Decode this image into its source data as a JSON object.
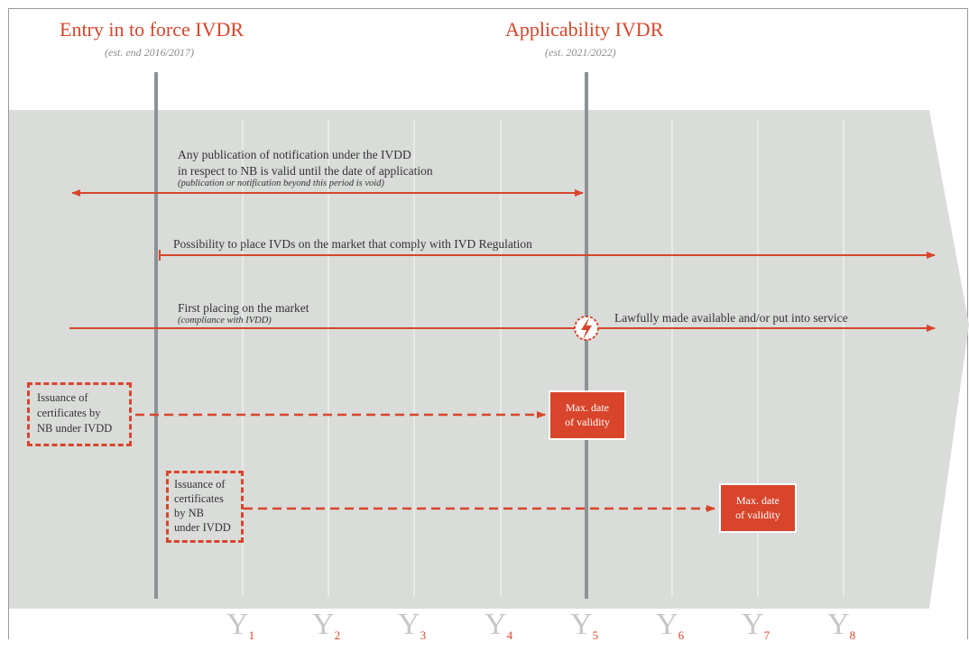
{
  "header": {
    "left_title": "Entry in to force IVDR",
    "left_subtitle": "(est. end 2016/2017)",
    "right_title": "Applicability IVDR",
    "right_subtitle": "(est. 2021/2022)"
  },
  "rows": {
    "notification": {
      "line1": "Any publication of notification under the IVDD",
      "line2": "in respect to NB is valid until the date of application",
      "note": "(publication or notification beyond this  period is void)"
    },
    "place_ivds": {
      "text": "Possibility to place IVDs on the market that comply with IVD Regulation"
    },
    "first_placing": {
      "text": "First placing on the market",
      "note": "(compliance with IVDD)",
      "right_text": "Lawfully made available and/or put into service"
    }
  },
  "certificates": [
    {
      "label": [
        "Issuance of",
        "certificates by",
        "NB under IVDD"
      ],
      "max_label": [
        "Max. date",
        "of validity"
      ]
    },
    {
      "label": [
        "Issuance of",
        "certificates",
        "by NB",
        "under IVDD"
      ],
      "max_label": [
        "Max. date",
        "of validity"
      ]
    }
  ],
  "years": [
    {
      "letter": "Y",
      "num": "1"
    },
    {
      "letter": "Y",
      "num": "2"
    },
    {
      "letter": "Y",
      "num": "3"
    },
    {
      "letter": "Y",
      "num": "4"
    },
    {
      "letter": "Y",
      "num": "5"
    },
    {
      "letter": "Y",
      "num": "6"
    },
    {
      "letter": "Y",
      "num": "7"
    },
    {
      "letter": "Y",
      "num": "8"
    }
  ],
  "colors": {
    "accent": "#d8452b",
    "band": "#d9dcd9",
    "milestone_line": "#8c9397",
    "grid": "#eef0ee"
  },
  "icons": {
    "conflict": "lightning-bolt-icon"
  }
}
